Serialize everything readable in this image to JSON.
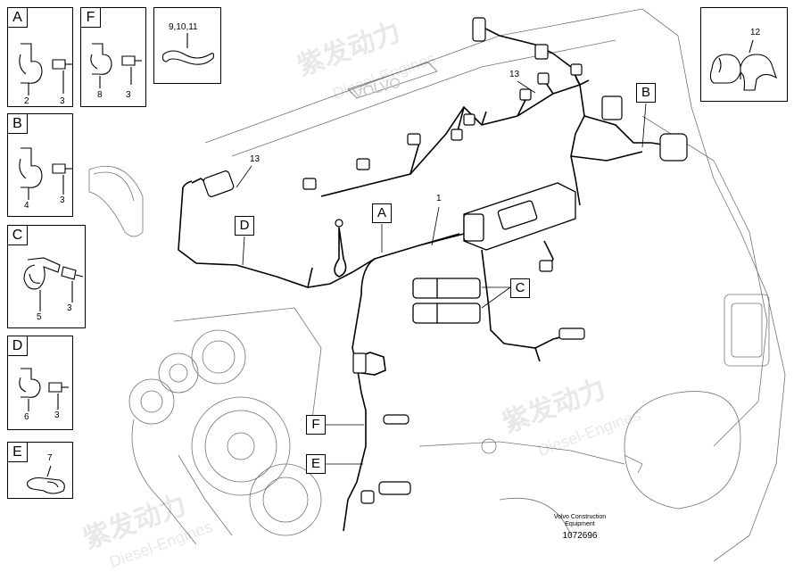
{
  "panels": {
    "A": {
      "tag": "A",
      "part_a": "2",
      "part_b": "3"
    },
    "F": {
      "tag": "F",
      "part_a": "8",
      "part_b": "3"
    },
    "B": {
      "tag": "B",
      "part_a": "4",
      "part_b": "3"
    },
    "C": {
      "tag": "C",
      "part_a": "5",
      "part_b": "3"
    },
    "D": {
      "tag": "D",
      "part_a": "6",
      "part_b": "3"
    },
    "E": {
      "tag": "E",
      "part_a": "7"
    },
    "ties": {
      "label": "9,10,11"
    },
    "clamp12": {
      "label": "12"
    }
  },
  "callouts": {
    "A": "A",
    "B": "B",
    "C": "C",
    "D": "D",
    "E": "E",
    "F": "F"
  },
  "parts": {
    "harness": "1",
    "sensor_upper": "13",
    "sensor_left": "13"
  },
  "footer": {
    "line1": "Volvo Construction",
    "line2": "Equipment",
    "doc_number": "1072696"
  },
  "watermark": {
    "cn": "紫发动力",
    "en": "Diesel-Engines"
  }
}
